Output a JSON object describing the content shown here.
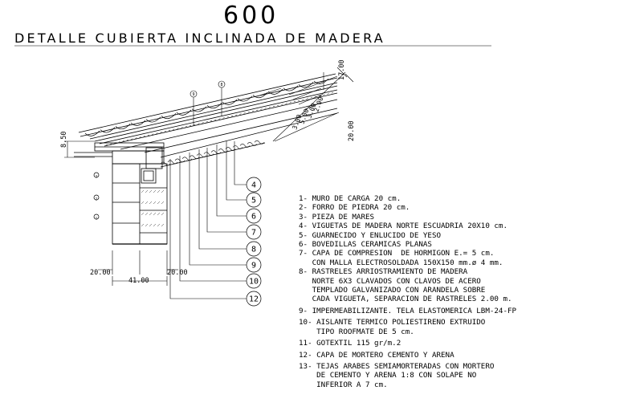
{
  "title_number": "600",
  "title": "DETALLE CUBIERTA INCLINADA DE MADERA",
  "dimensions": {
    "d_17": "17.00",
    "d_2": "2.00",
    "d_3": "3.00",
    "d_5": "5.00",
    "d_3b": "3.00",
    "d_20": "20.00",
    "d_8_5": "8.50",
    "d_20_left": "20.00",
    "d_20_right": "20.00",
    "d_41": "41.00"
  },
  "callouts": [
    "1",
    "2",
    "3",
    "4",
    "5",
    "6",
    "7",
    "8",
    "9",
    "10",
    "12"
  ],
  "legend": [
    {
      "id": "1",
      "lines": [
        "1- MURO DE CARGA 20 cm."
      ]
    },
    {
      "id": "2",
      "lines": [
        "2- FORRO DE PIEDRA 20 cm."
      ]
    },
    {
      "id": "3",
      "lines": [
        "3- PIEZA DE MARES"
      ]
    },
    {
      "id": "4",
      "lines": [
        "4- VIGUETAS DE MADERA NORTE ESCUADRIA 20X10 cm."
      ]
    },
    {
      "id": "5",
      "lines": [
        "5- GUARNECIDO Y ENLUCIDO DE YESO"
      ]
    },
    {
      "id": "6",
      "lines": [
        "6- BOVEDILLAS CERAMICAS PLANAS"
      ]
    },
    {
      "id": "7",
      "lines": [
        "7- CAPA DE COMPRESION  DE HORMIGON E.= 5 cm.",
        "   CON MALLA ELECTROSOLDADA 150X150 mm.ø 4 mm."
      ]
    },
    {
      "id": "8",
      "lines": [
        "8- RASTRELES ARRIOSTRAMIENTO DE MADERA",
        "   NORTE 6X3 CLAVADOS CON CLAVOS DE ACERO",
        "   TEMPLADO GALVANIZADO CON ARANDELA SOBRE",
        "   CADA VIGUETA, SEPARACION DE RASTRELES 2.00 m."
      ]
    },
    {
      "id": "9",
      "lines": [
        "9- IMPERMEABILIZANTE. TELA ELASTOMERICA LBM-24-FP"
      ]
    },
    {
      "id": "10",
      "lines": [
        "10- AISLANTE TERMICO POLIESTIRENO EXTRUIDO",
        "    TIPO ROOFMATE DE 5 cm."
      ]
    },
    {
      "id": "11",
      "lines": [
        "11- GOTEXTIL 115 gr/m.2"
      ]
    },
    {
      "id": "12",
      "lines": [
        "12- CAPA DE MORTERO CEMENTO Y ARENA"
      ]
    },
    {
      "id": "13",
      "lines": [
        "13- TEJAS ARABES SEMIAMORTERADAS CON MORTERO",
        "    DE CEMENTO Y ARENA 1:8 CON SOLAPE NO",
        "    INFERIOR A 7 cm."
      ]
    }
  ]
}
